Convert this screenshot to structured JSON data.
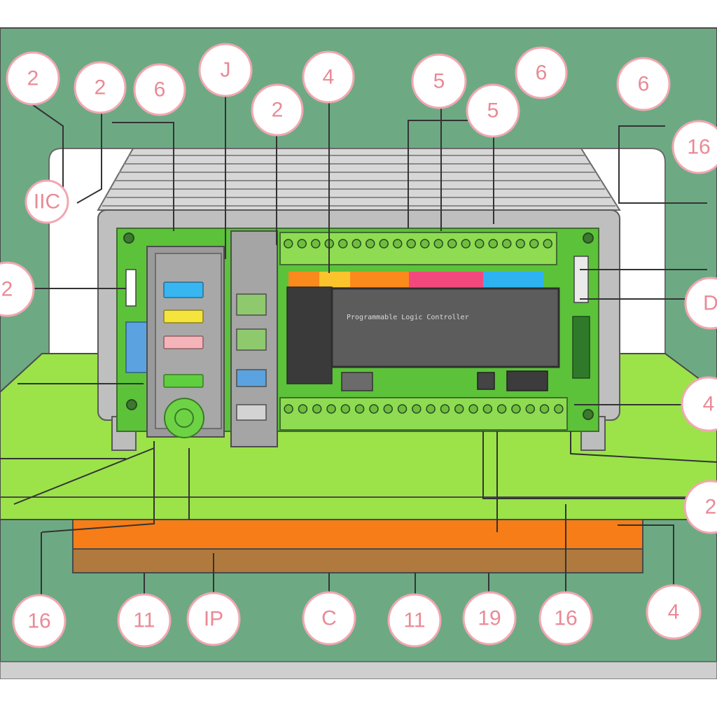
{
  "screen": {
    "title": "Programmable Logic Controller"
  },
  "callouts": [
    {
      "id": "c1",
      "label": "2"
    },
    {
      "id": "c2",
      "label": "2"
    },
    {
      "id": "c3",
      "label": "6"
    },
    {
      "id": "c4",
      "label": "J"
    },
    {
      "id": "c5",
      "label": "2"
    },
    {
      "id": "c6",
      "label": "4"
    },
    {
      "id": "c7",
      "label": "5"
    },
    {
      "id": "c8",
      "label": "6"
    },
    {
      "id": "c9",
      "label": "5"
    },
    {
      "id": "c10",
      "label": "6"
    },
    {
      "id": "c11",
      "label": "16"
    },
    {
      "id": "c12",
      "label": "IIC"
    },
    {
      "id": "c13",
      "label": "2"
    },
    {
      "id": "c14",
      "label": "D"
    },
    {
      "id": "c15",
      "label": "4"
    },
    {
      "id": "c16",
      "label": "2"
    },
    {
      "id": "c17",
      "label": "16"
    },
    {
      "id": "c18",
      "label": "11"
    },
    {
      "id": "c19",
      "label": "IP"
    },
    {
      "id": "c20",
      "label": "C"
    },
    {
      "id": "c21",
      "label": "11"
    },
    {
      "id": "c22",
      "label": "19"
    },
    {
      "id": "c23",
      "label": "16"
    },
    {
      "id": "c24",
      "label": "4"
    }
  ],
  "colors": {
    "background": "#6daa84",
    "platform": "#9be349",
    "orange_bar": "#f67d17",
    "brown_bar": "#b07a3e",
    "pcb": "#5cc23a",
    "callout_stroke": "#f2a7b2"
  }
}
